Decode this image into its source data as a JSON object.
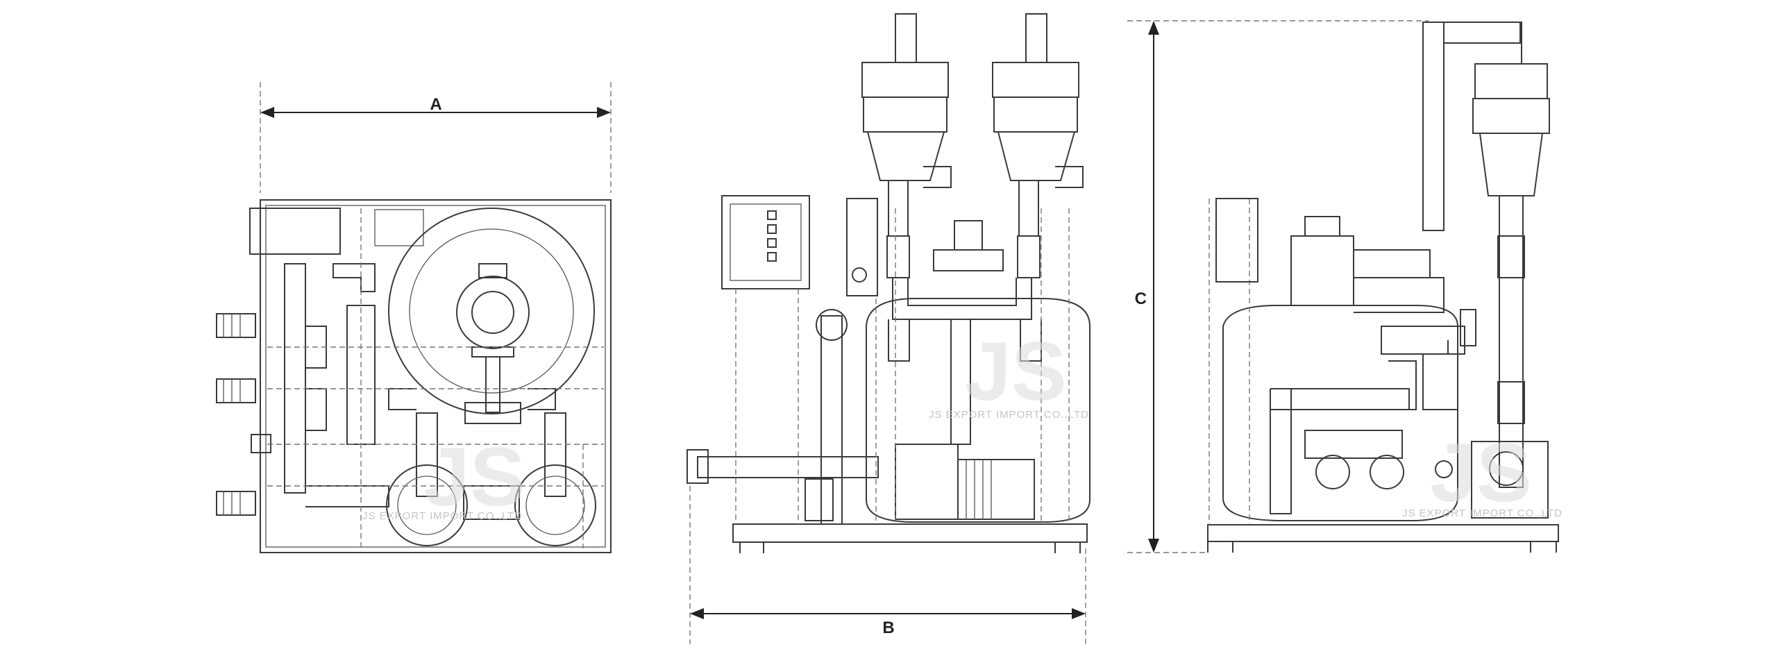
{
  "dimensions": {
    "width_label": "A",
    "length_label": "B",
    "height_label": "C"
  },
  "watermark": {
    "logo": "JS",
    "company": "JS EXPORT IMPORT CO.,LTD"
  },
  "colors": {
    "line": "#3a3a3a",
    "background": "#ffffff"
  }
}
